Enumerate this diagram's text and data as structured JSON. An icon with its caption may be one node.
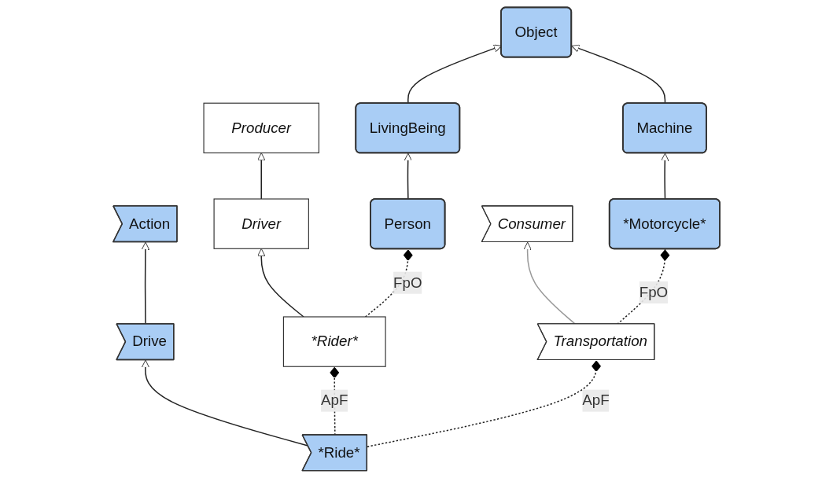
{
  "diagram": {
    "nodes": [
      {
        "text": [
          "Object"
        ]
      },
      {
        "text": [
          "Producer"
        ]
      },
      {
        "text": [
          "Action"
        ]
      },
      {
        "text": [
          "Consumer"
        ]
      },
      {
        "text": [
          "LivingBeing"
        ]
      },
      {
        "text": [
          "Machine"
        ]
      },
      {
        "text": [
          "Person"
        ]
      },
      {
        "text": [
          "*Motorcycle*"
        ]
      },
      {
        "text": [
          "Driver"
        ]
      },
      {
        "text": [
          "Drive"
        ]
      },
      {
        "text": [
          "Transportation"
        ]
      },
      {
        "text": [
          "*Rider*"
        ]
      },
      {
        "text": [
          "*Ride*"
        ]
      }
    ],
    "edges": [
      {
        "from": 4,
        "to": 0,
        "arrow": "to"
      },
      {
        "from": 5,
        "to": 0,
        "arrow": "to"
      },
      {
        "from": 6,
        "to": 4,
        "arrow": "to"
      },
      {
        "from": 7,
        "to": 5,
        "arrow": "to"
      },
      {
        "from": 8,
        "to": 1,
        "arrow": "to"
      },
      {
        "from": 11,
        "to": 8,
        "arrow": "to"
      },
      {
        "from": 9,
        "to": 2,
        "arrow": "to"
      },
      {
        "from": 12,
        "to": 9,
        "arrow": "to"
      },
      {
        "from": 10,
        "to": 3,
        "arrow": "to",
        "color": "#999999"
      },
      {
        "from": 11,
        "to": 6,
        "arrow": "other",
        "style": "dashed",
        "label": "FpO"
      },
      {
        "from": 12,
        "to": 11,
        "arrow": "other",
        "style": "dashed",
        "label": "ApF"
      },
      {
        "from": 10,
        "to": 7,
        "arrow": "other",
        "style": "dashed",
        "label": "FpO"
      },
      {
        "from": 12,
        "to": 10,
        "arrow": "other",
        "style": "dashed",
        "label": "ApF"
      }
    ]
  }
}
